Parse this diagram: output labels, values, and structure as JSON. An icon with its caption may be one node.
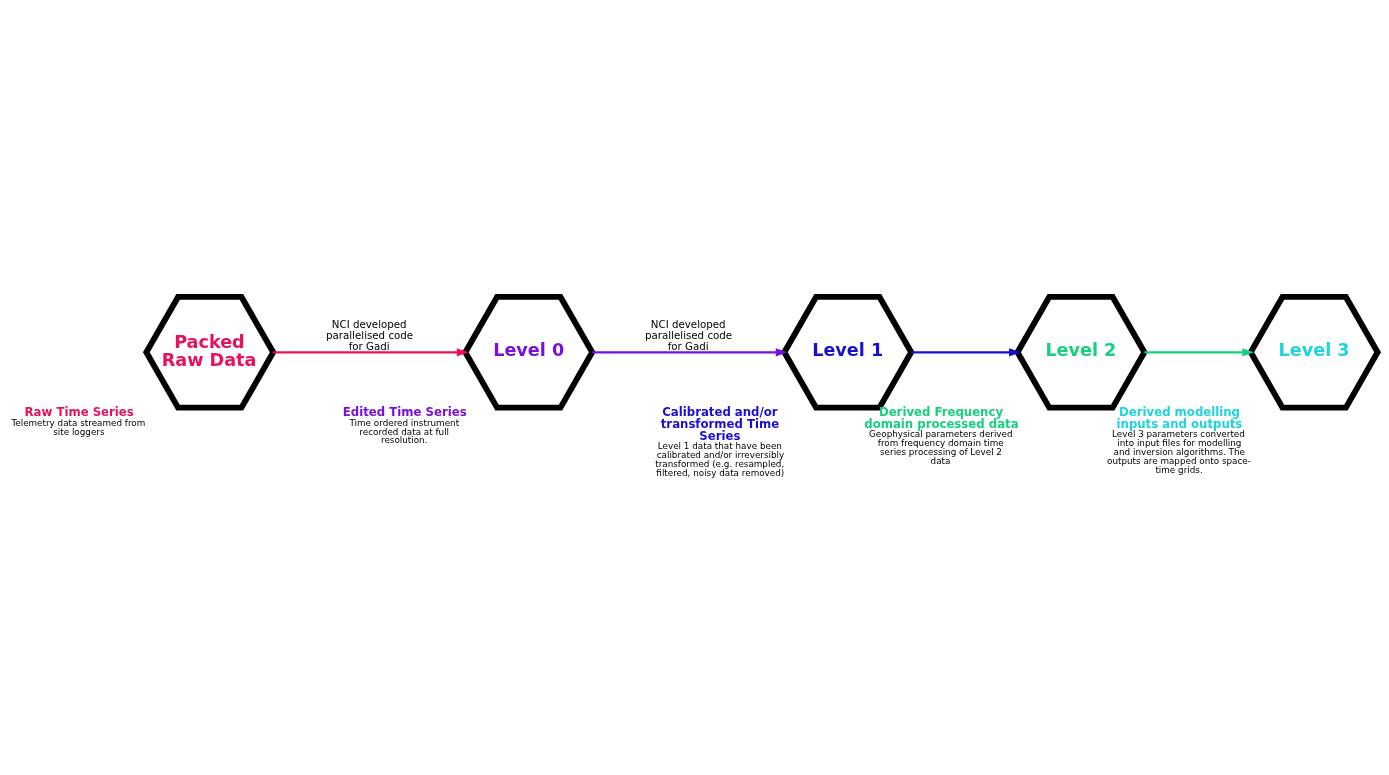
{
  "diagram": {
    "nodes": [
      {
        "text": [
          "Packed Raw Data"
        ],
        "beside": [
          "Raw Time Series",
          "Telemetry data streamed from site loggers"
        ]
      },
      {
        "text": [
          "Level 0"
        ],
        "beside": [
          "Edited Time Series",
          "Time ordered instrument recorded data at full resolution."
        ]
      },
      {
        "text": [
          "Level 1"
        ],
        "beside": [
          "Calibrated and/or transformed Time Series",
          "Level 1 data that have been calibrated and/or irreversibly transformed (e.g. resampled, filtered, noisy data removed)"
        ]
      },
      {
        "text": [
          "Level 2"
        ],
        "beside": [
          "Derived Frequency domain processed data",
          "Geophysical parameters derived from frequency domain time series processing of Level 2 data"
        ]
      },
      {
        "text": [
          "Level 3"
        ],
        "beside": [
          "Derived modelling inputs and outputs",
          "Level 3 parameters converted into input files for modelling and inversion algorithms. The outputs are mapped onto space-time grids."
        ]
      }
    ],
    "edges": [
      {
        "from": 0,
        "to": 1,
        "arrow": "to",
        "color": "#e8115f",
        "label": "NCI developed parallelised code for Gadi"
      },
      {
        "from": 1,
        "to": 2,
        "arrow": "to",
        "color": "#7a0fd8",
        "label": "NCI developed parallelised code for Gadi"
      },
      {
        "from": 2,
        "to": 3,
        "arrow": "to",
        "color": "#1a0fd0"
      },
      {
        "from": 3,
        "to": 4,
        "arrow": "to",
        "color": "#16d07f"
      }
    ]
  }
}
